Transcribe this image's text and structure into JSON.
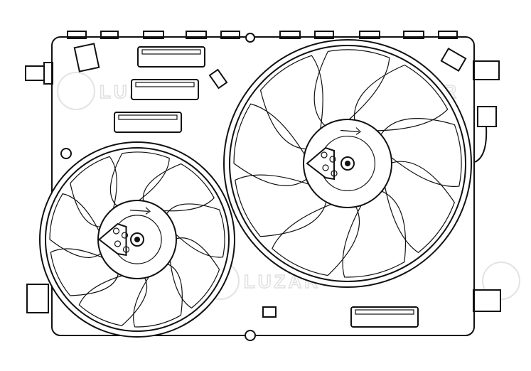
{
  "image": {
    "subject": "radiator-cooling-fan-assembly",
    "style": "line-drawing",
    "stroke_color": "#111111",
    "background": "#ffffff",
    "watermark": {
      "text": "LUZAR",
      "color": "#e0e0e0"
    },
    "fans": [
      {
        "name": "large-fan",
        "blades": 9
      },
      {
        "name": "small-fan",
        "blades": 9
      }
    ]
  }
}
